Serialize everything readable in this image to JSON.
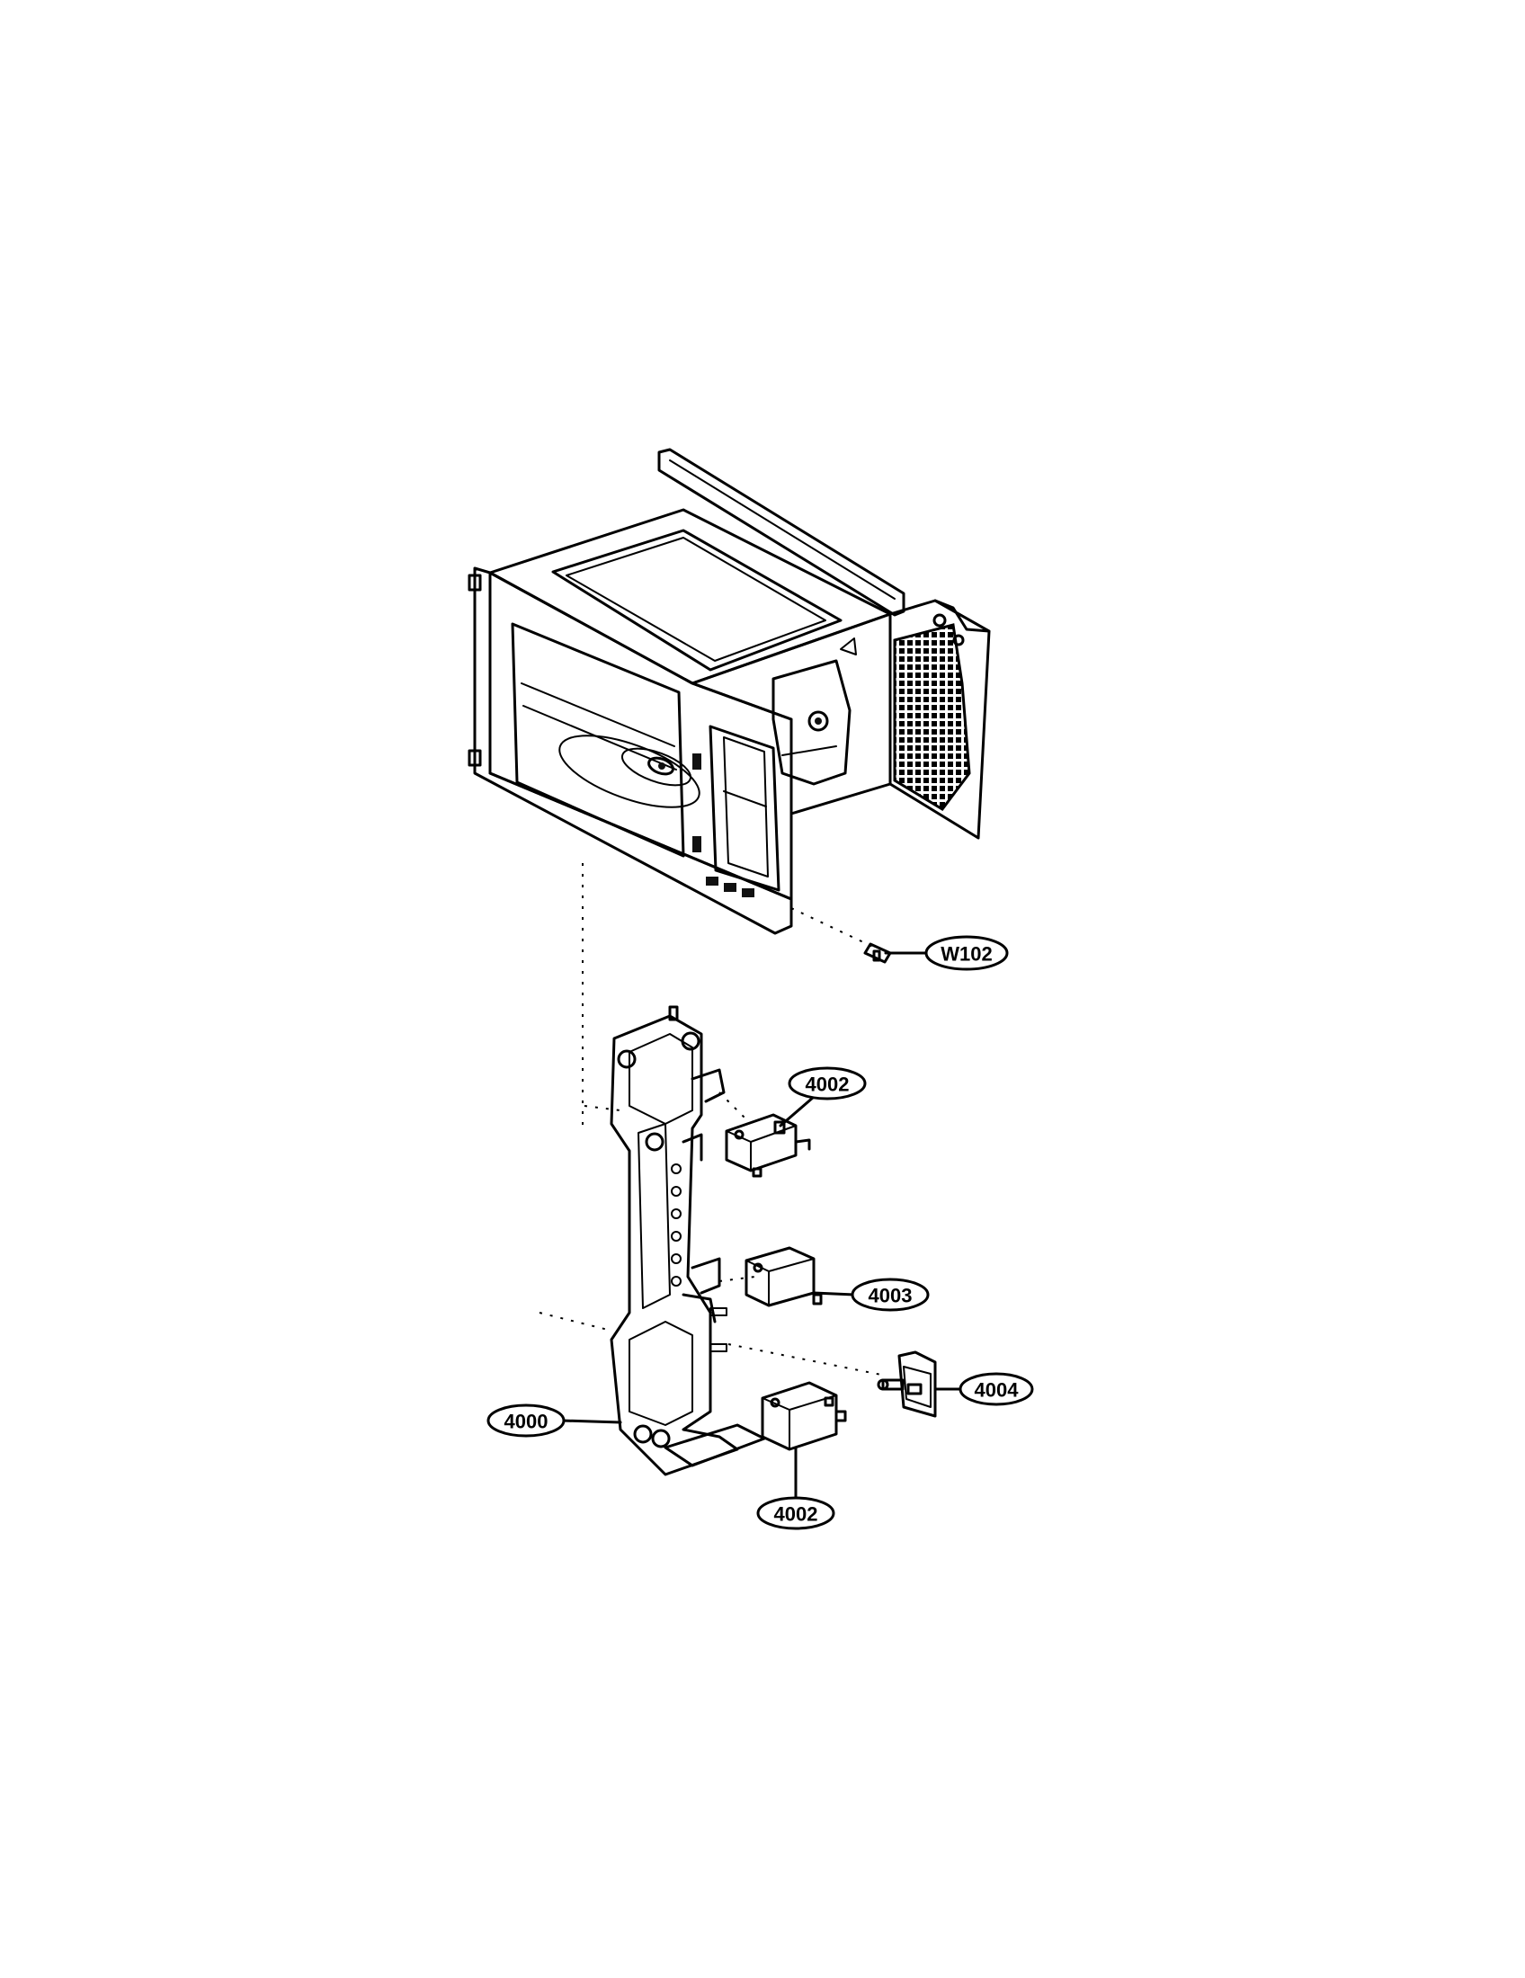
{
  "callouts": {
    "w102": "W102",
    "p4002_upper": "4002",
    "p4003": "4003",
    "p4004": "4004",
    "p4000": "4000",
    "p4002_lower": "4002"
  }
}
